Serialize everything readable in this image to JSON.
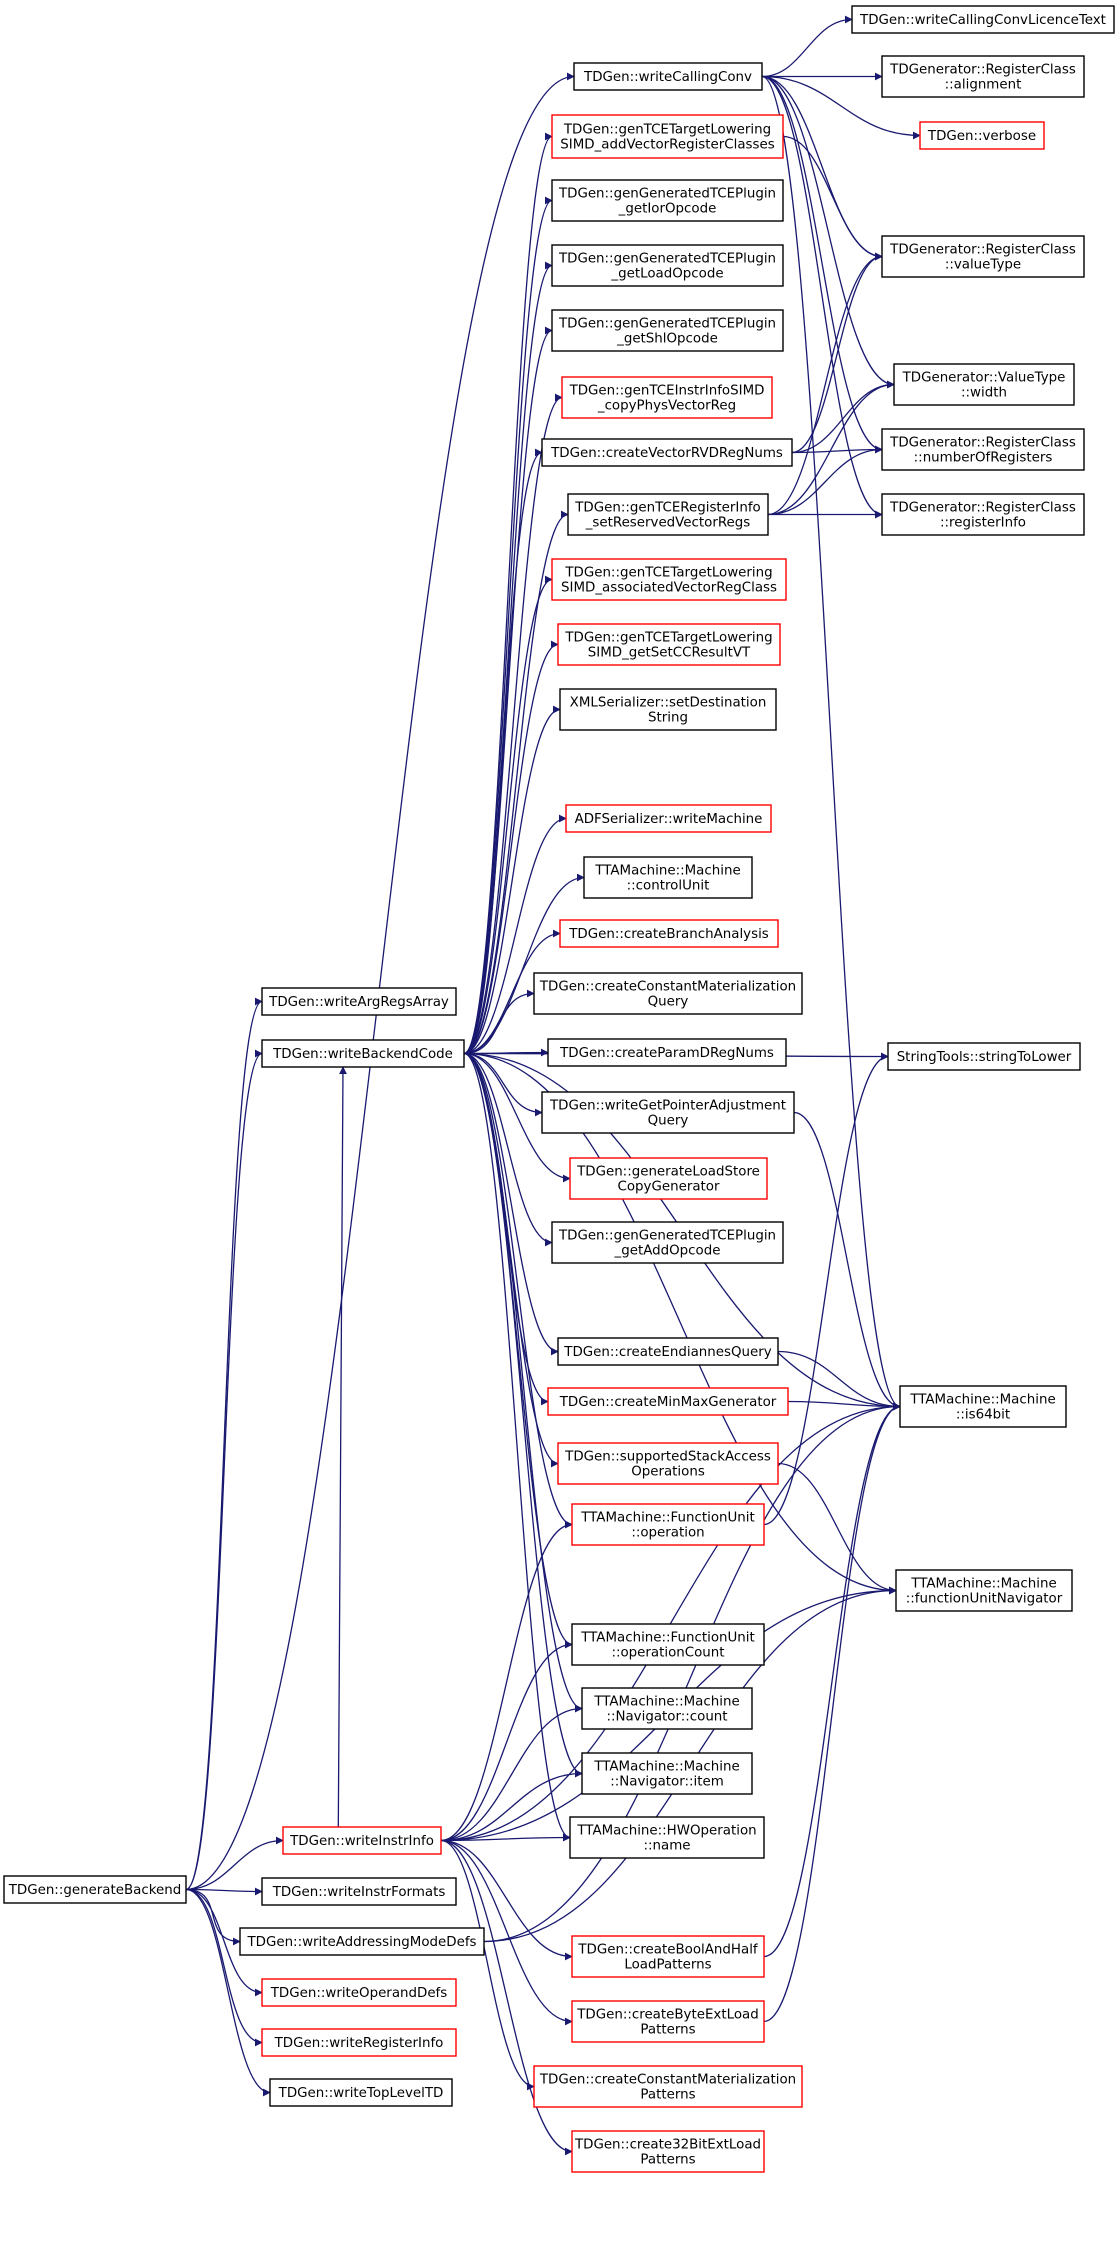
{
  "colors": {
    "edge": "#191970",
    "black_border": "#000000",
    "red_border": "#ff0000",
    "root_fill": "#bfbfbf"
  },
  "nodes": [
    {
      "id": "generateBackend",
      "lines": [
        "TDGen::generateBackend"
      ],
      "border": "black",
      "root": true
    },
    {
      "id": "writeArgRegsArray",
      "lines": [
        "TDGen::writeArgRegsArray"
      ],
      "border": "black"
    },
    {
      "id": "writeBackendCode",
      "lines": [
        "TDGen::writeBackendCode"
      ],
      "border": "black"
    },
    {
      "id": "writeCallingConv",
      "lines": [
        "TDGen::writeCallingConv"
      ],
      "border": "black"
    },
    {
      "id": "writeInstrInfo",
      "lines": [
        "TDGen::writeInstrInfo"
      ],
      "border": "red"
    },
    {
      "id": "writeInstrFormats",
      "lines": [
        "TDGen::writeInstrFormats"
      ],
      "border": "black"
    },
    {
      "id": "writeAddressingModeDefs",
      "lines": [
        "TDGen::writeAddressingModeDefs"
      ],
      "border": "black"
    },
    {
      "id": "writeOperandDefs",
      "lines": [
        "TDGen::writeOperandDefs"
      ],
      "border": "red"
    },
    {
      "id": "writeRegisterInfo",
      "lines": [
        "TDGen::writeRegisterInfo"
      ],
      "border": "red"
    },
    {
      "id": "writeTopLevelTD",
      "lines": [
        "TDGen::writeTopLevelTD"
      ],
      "border": "black"
    },
    {
      "id": "genTCETargetLoweringSIMD_addVectorRegisterClasses",
      "lines": [
        "TDGen::genTCETargetLowering",
        "SIMD_addVectorRegisterClasses"
      ],
      "border": "red"
    },
    {
      "id": "getIorOpcode",
      "lines": [
        "TDGen::genGeneratedTCEPlugin",
        "_getIorOpcode"
      ],
      "border": "black"
    },
    {
      "id": "getLoadOpcode",
      "lines": [
        "TDGen::genGeneratedTCEPlugin",
        "_getLoadOpcode"
      ],
      "border": "black"
    },
    {
      "id": "getShlOpcode",
      "lines": [
        "TDGen::genGeneratedTCEPlugin",
        "_getShlOpcode"
      ],
      "border": "black"
    },
    {
      "id": "copyPhysVectorReg",
      "lines": [
        "TDGen::genTCEInstrInfoSIMD",
        "_copyPhysVectorReg"
      ],
      "border": "red"
    },
    {
      "id": "createVectorRVDRegNums",
      "lines": [
        "TDGen::createVectorRVDRegNums"
      ],
      "border": "black"
    },
    {
      "id": "setReservedVectorRegs",
      "lines": [
        "TDGen::genTCERegisterInfo",
        "_setReservedVectorRegs"
      ],
      "border": "black"
    },
    {
      "id": "associatedVectorRegClass",
      "lines": [
        "TDGen::genTCETargetLowering",
        "SIMD_associatedVectorRegClass"
      ],
      "border": "red"
    },
    {
      "id": "getSetCCResultVT",
      "lines": [
        "TDGen::genTCETargetLowering",
        "SIMD_getSetCCResultVT"
      ],
      "border": "red"
    },
    {
      "id": "setDestinationString",
      "lines": [
        "XMLSerializer::setDestination",
        "String"
      ],
      "border": "black"
    },
    {
      "id": "writeMachine",
      "lines": [
        "ADFSerializer::writeMachine"
      ],
      "border": "red"
    },
    {
      "id": "controlUnit",
      "lines": [
        "TTAMachine::Machine",
        "::controlUnit"
      ],
      "border": "black"
    },
    {
      "id": "createBranchAnalysis",
      "lines": [
        "TDGen::createBranchAnalysis"
      ],
      "border": "red"
    },
    {
      "id": "createConstantMaterializationQuery",
      "lines": [
        "TDGen::createConstantMaterialization",
        "Query"
      ],
      "border": "black"
    },
    {
      "id": "createParamDRegNums",
      "lines": [
        "TDGen::createParamDRegNums"
      ],
      "border": "black"
    },
    {
      "id": "writeGetPointerAdjustmentQuery",
      "lines": [
        "TDGen::writeGetPointerAdjustment",
        "Query"
      ],
      "border": "black"
    },
    {
      "id": "generateLoadStoreCopyGenerator",
      "lines": [
        "TDGen::generateLoadStore",
        "CopyGenerator"
      ],
      "border": "red"
    },
    {
      "id": "getAddOpcode",
      "lines": [
        "TDGen::genGeneratedTCEPlugin",
        "_getAddOpcode"
      ],
      "border": "black"
    },
    {
      "id": "createEndiannesQuery",
      "lines": [
        "TDGen::createEndiannesQuery"
      ],
      "border": "black"
    },
    {
      "id": "createMinMaxGenerator",
      "lines": [
        "TDGen::createMinMaxGenerator"
      ],
      "border": "red"
    },
    {
      "id": "supportedStackAccessOperations",
      "lines": [
        "TDGen::supportedStackAccess",
        "Operations"
      ],
      "border": "red"
    },
    {
      "id": "fuOperation",
      "lines": [
        "TTAMachine::FunctionUnit",
        "::operation"
      ],
      "border": "red"
    },
    {
      "id": "fuOperationCount",
      "lines": [
        "TTAMachine::FunctionUnit",
        "::operationCount"
      ],
      "border": "black"
    },
    {
      "id": "navigatorCount",
      "lines": [
        "TTAMachine::Machine",
        "::Navigator::count"
      ],
      "border": "black"
    },
    {
      "id": "navigatorItem",
      "lines": [
        "TTAMachine::Machine",
        "::Navigator::item"
      ],
      "border": "black"
    },
    {
      "id": "hwOperationName",
      "lines": [
        "TTAMachine::HWOperation",
        "::name"
      ],
      "border": "black"
    },
    {
      "id": "createBoolAndHalfLoadPatterns",
      "lines": [
        "TDGen::createBoolAndHalf",
        "LoadPatterns"
      ],
      "border": "red"
    },
    {
      "id": "createByteExtLoadPatterns",
      "lines": [
        "TDGen::createByteExtLoad",
        "Patterns"
      ],
      "border": "red"
    },
    {
      "id": "createConstantMaterializationPatterns",
      "lines": [
        "TDGen::createConstantMaterialization",
        "Patterns"
      ],
      "border": "red"
    },
    {
      "id": "create32BitExtLoadPatterns",
      "lines": [
        "TDGen::create32BitExtLoad",
        "Patterns"
      ],
      "border": "red"
    },
    {
      "id": "writeCallingConvLicenceText",
      "lines": [
        "TDGen::writeCallingConvLicenceText"
      ],
      "border": "black"
    },
    {
      "id": "rcAlignment",
      "lines": [
        "TDGenerator::RegisterClass",
        "::alignment"
      ],
      "border": "black"
    },
    {
      "id": "verbose",
      "lines": [
        "TDGen::verbose"
      ],
      "border": "red"
    },
    {
      "id": "rcValueType",
      "lines": [
        "TDGenerator::RegisterClass",
        "::valueType"
      ],
      "border": "black"
    },
    {
      "id": "vtWidth",
      "lines": [
        "TDGenerator::ValueType",
        "::width"
      ],
      "border": "black"
    },
    {
      "id": "rcNumberOfRegisters",
      "lines": [
        "TDGenerator::RegisterClass",
        "::numberOfRegisters"
      ],
      "border": "black"
    },
    {
      "id": "rcRegisterInfo",
      "lines": [
        "TDGenerator::RegisterClass",
        "::registerInfo"
      ],
      "border": "black"
    },
    {
      "id": "stringToLower",
      "lines": [
        "StringTools::stringToLower"
      ],
      "border": "black"
    },
    {
      "id": "is64bit",
      "lines": [
        "TTAMachine::Machine",
        "::is64bit"
      ],
      "border": "black"
    },
    {
      "id": "functionUnitNavigator",
      "lines": [
        "TTAMachine::Machine",
        "::functionUnitNavigator"
      ],
      "border": "black"
    }
  ],
  "edges": [
    [
      "generateBackend",
      "writeCallingConv"
    ],
    [
      "generateBackend",
      "writeArgRegsArray"
    ],
    [
      "generateBackend",
      "writeBackendCode"
    ],
    [
      "generateBackend",
      "writeInstrInfo"
    ],
    [
      "generateBackend",
      "writeInstrFormats"
    ],
    [
      "generateBackend",
      "writeAddressingModeDefs"
    ],
    [
      "generateBackend",
      "writeOperandDefs"
    ],
    [
      "generateBackend",
      "writeRegisterInfo"
    ],
    [
      "generateBackend",
      "writeTopLevelTD"
    ],
    [
      "writeCallingConv",
      "writeCallingConvLicenceText"
    ],
    [
      "writeCallingConv",
      "rcAlignment"
    ],
    [
      "writeCallingConv",
      "verbose"
    ],
    [
      "writeCallingConv",
      "rcValueType"
    ],
    [
      "writeCallingConv",
      "vtWidth"
    ],
    [
      "writeCallingConv",
      "rcNumberOfRegisters"
    ],
    [
      "writeCallingConv",
      "rcRegisterInfo"
    ],
    [
      "writeCallingConv",
      "is64bit"
    ],
    [
      "writeBackendCode",
      "genTCETargetLoweringSIMD_addVectorRegisterClasses"
    ],
    [
      "writeBackendCode",
      "getIorOpcode"
    ],
    [
      "writeBackendCode",
      "getLoadOpcode"
    ],
    [
      "writeBackendCode",
      "getShlOpcode"
    ],
    [
      "writeBackendCode",
      "copyPhysVectorReg"
    ],
    [
      "writeBackendCode",
      "createVectorRVDRegNums"
    ],
    [
      "writeBackendCode",
      "setReservedVectorRegs"
    ],
    [
      "writeBackendCode",
      "associatedVectorRegClass"
    ],
    [
      "writeBackendCode",
      "getSetCCResultVT"
    ],
    [
      "writeBackendCode",
      "setDestinationString"
    ],
    [
      "writeBackendCode",
      "writeMachine"
    ],
    [
      "writeBackendCode",
      "controlUnit"
    ],
    [
      "writeBackendCode",
      "createBranchAnalysis"
    ],
    [
      "writeBackendCode",
      "createConstantMaterializationQuery"
    ],
    [
      "writeBackendCode",
      "createParamDRegNums"
    ],
    [
      "writeBackendCode",
      "writeGetPointerAdjustmentQuery"
    ],
    [
      "writeBackendCode",
      "generateLoadStoreCopyGenerator"
    ],
    [
      "writeBackendCode",
      "getAddOpcode"
    ],
    [
      "writeBackendCode",
      "createEndiannesQuery"
    ],
    [
      "writeBackendCode",
      "createMinMaxGenerator"
    ],
    [
      "writeBackendCode",
      "supportedStackAccessOperations"
    ],
    [
      "writeBackendCode",
      "fuOperation"
    ],
    [
      "writeBackendCode",
      "fuOperationCount"
    ],
    [
      "writeBackendCode",
      "navigatorCount"
    ],
    [
      "writeBackendCode",
      "navigatorItem"
    ],
    [
      "writeBackendCode",
      "hwOperationName"
    ],
    [
      "writeBackendCode",
      "stringToLower"
    ],
    [
      "writeBackendCode",
      "is64bit"
    ],
    [
      "writeBackendCode",
      "functionUnitNavigator"
    ],
    [
      "genTCETargetLoweringSIMD_addVectorRegisterClasses",
      "rcValueType"
    ],
    [
      "createVectorRVDRegNums",
      "rcValueType"
    ],
    [
      "createVectorRVDRegNums",
      "vtWidth"
    ],
    [
      "createVectorRVDRegNums",
      "rcNumberOfRegisters"
    ],
    [
      "setReservedVectorRegs",
      "rcValueType"
    ],
    [
      "setReservedVectorRegs",
      "vtWidth"
    ],
    [
      "setReservedVectorRegs",
      "rcNumberOfRegisters"
    ],
    [
      "setReservedVectorRegs",
      "rcRegisterInfo"
    ],
    [
      "writeGetPointerAdjustmentQuery",
      "is64bit"
    ],
    [
      "createEndiannesQuery",
      "is64bit"
    ],
    [
      "createMinMaxGenerator",
      "is64bit"
    ],
    [
      "supportedStackAccessOperations",
      "functionUnitNavigator"
    ],
    [
      "fuOperation",
      "stringToLower"
    ],
    [
      "writeInstrInfo",
      "fuOperation"
    ],
    [
      "writeInstrInfo",
      "fuOperationCount"
    ],
    [
      "writeInstrInfo",
      "navigatorCount"
    ],
    [
      "writeInstrInfo",
      "navigatorItem"
    ],
    [
      "writeInstrInfo",
      "hwOperationName"
    ],
    [
      "writeInstrInfo",
      "createBoolAndHalfLoadPatterns"
    ],
    [
      "writeInstrInfo",
      "createByteExtLoadPatterns"
    ],
    [
      "writeInstrInfo",
      "createConstantMaterializationPatterns"
    ],
    [
      "writeInstrInfo",
      "create32BitExtLoadPatterns"
    ],
    [
      "writeInstrInfo",
      "is64bit"
    ],
    [
      "writeInstrInfo",
      "functionUnitNavigator"
    ],
    [
      "writeInstrInfo",
      "writeBackendCode"
    ],
    [
      "createBoolAndHalfLoadPatterns",
      "is64bit"
    ],
    [
      "createByteExtLoadPatterns",
      "is64bit"
    ],
    [
      "writeAddressingModeDefs",
      "is64bit"
    ],
    [
      "writeAddressingModeDefs",
      "functionUnitNavigator"
    ]
  ]
}
